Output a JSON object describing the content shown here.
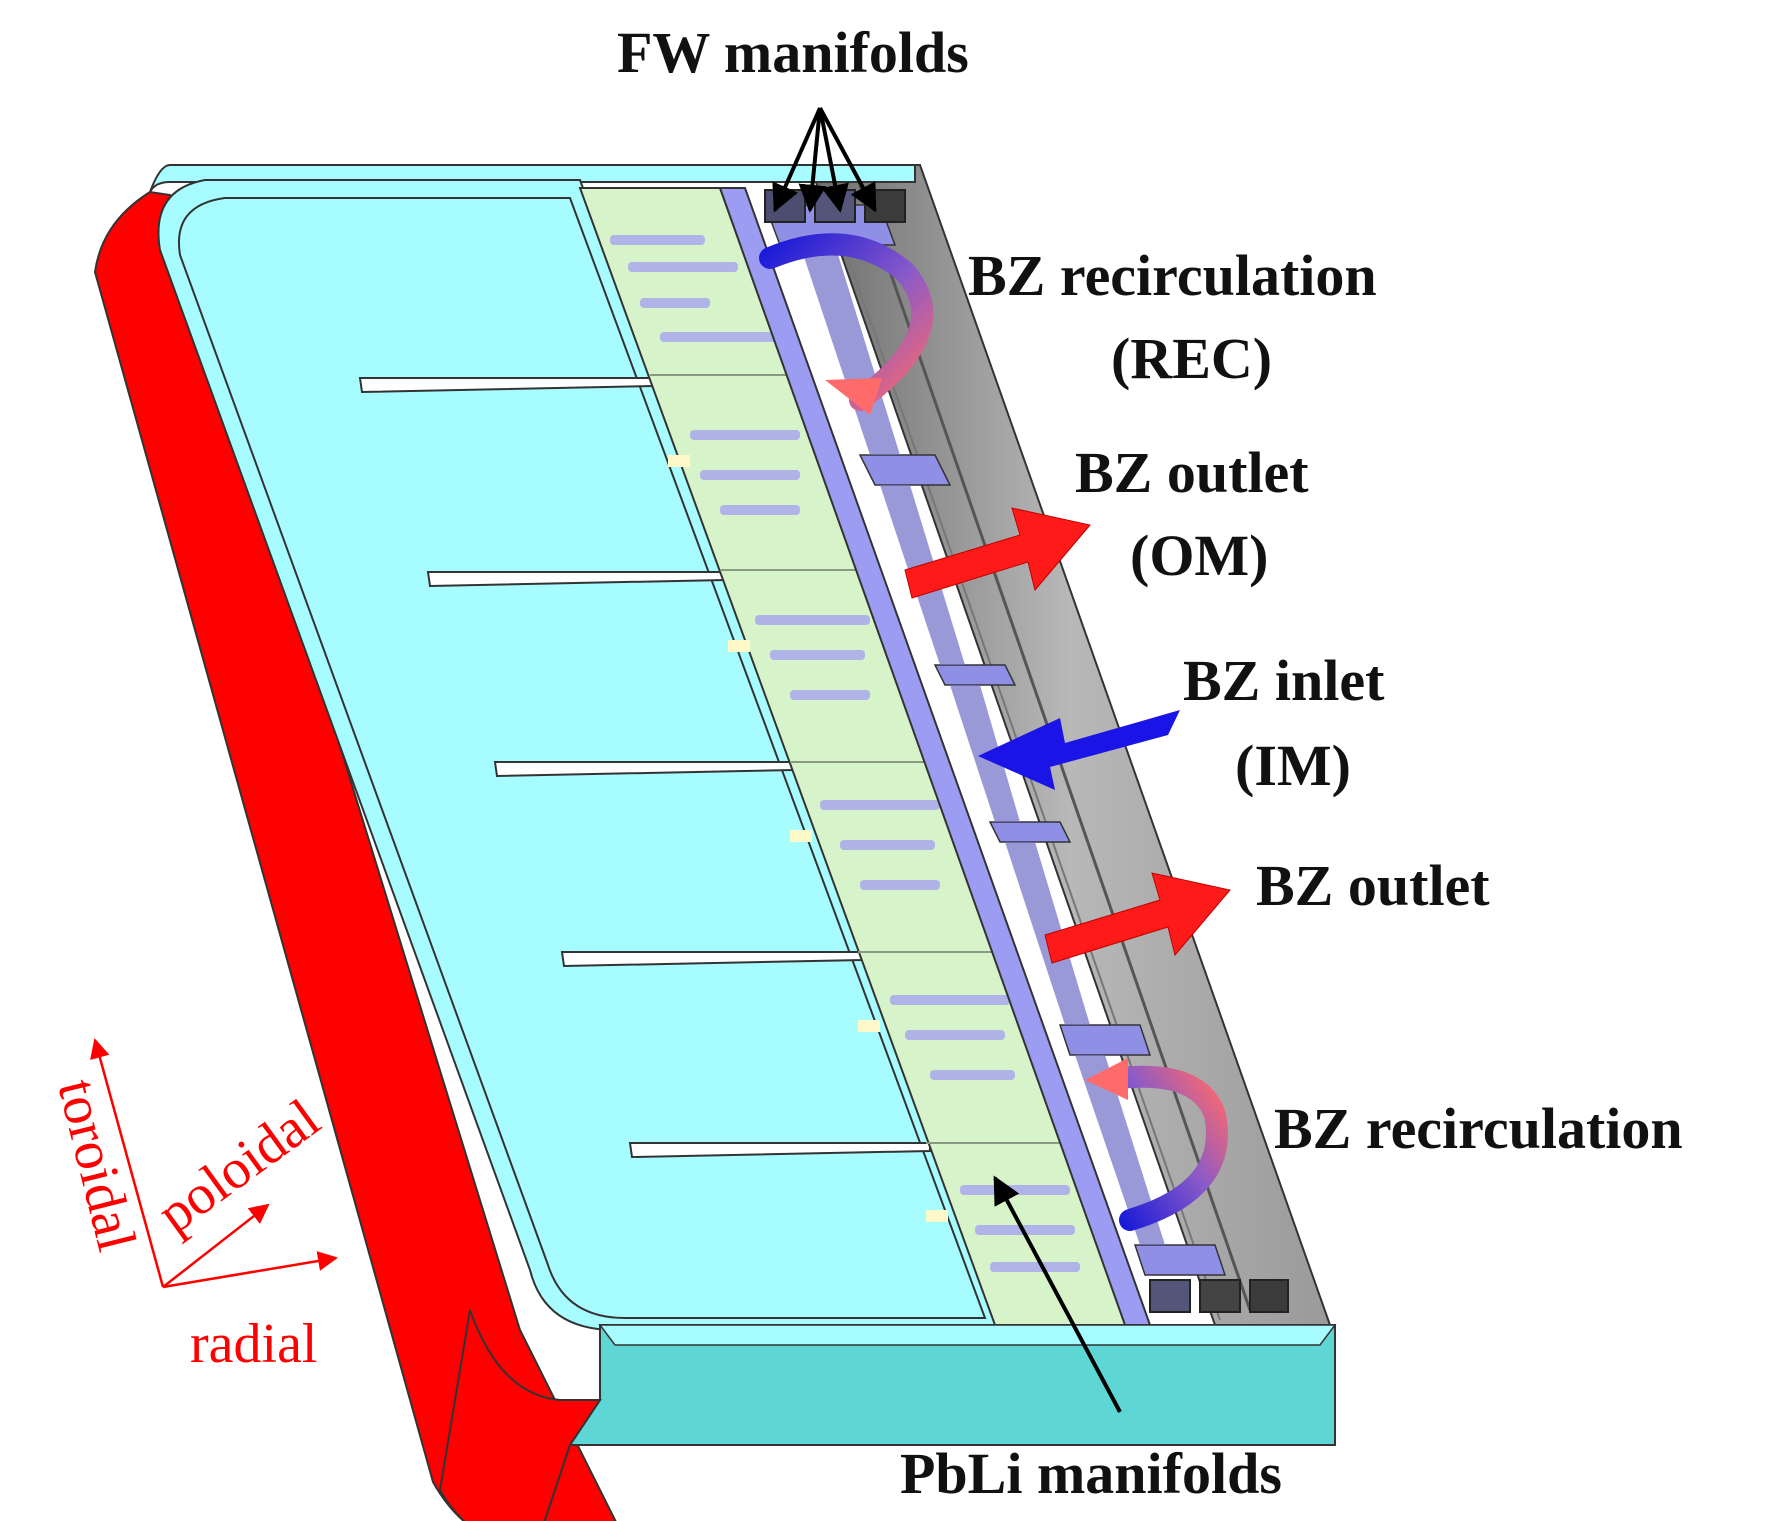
{
  "labels": {
    "fw_manifolds": "FW manifolds",
    "bz_recirculation_top_line1": "BZ recirculation",
    "bz_recirculation_top_line2": "(REC)",
    "bz_outlet_top_line1": "BZ outlet",
    "bz_outlet_top_line2": "(OM)",
    "bz_inlet_line1": "BZ inlet",
    "bz_inlet_line2": "(IM)",
    "bz_outlet_bottom": "BZ outlet",
    "bz_recirculation_bottom": "BZ recirculation",
    "pbli_manifolds": "PbLi manifolds"
  },
  "axes": {
    "toroidal": "toroidal",
    "poloidal": "poloidal",
    "radial": "radial"
  },
  "colors": {
    "first_wall_side": "#ff0000",
    "cap_cyan": "#a6fcff",
    "cap_cyan_dark": "#5fd6d6",
    "manifold_plate": "#9c9cf2",
    "back_plate_gray": "#a8a8a8",
    "inner_green": "#d7f3c9",
    "outlet_arrow": "#ff1a1a",
    "inlet_arrow": "#1a14e6",
    "axis_color": "#ff0000"
  }
}
